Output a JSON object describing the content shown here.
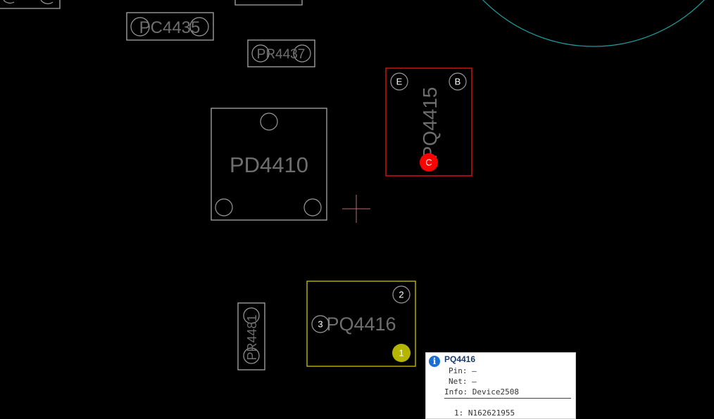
{
  "components": {
    "pc4435": {
      "ref": "PC4435"
    },
    "pr4437": {
      "ref": "PR4437"
    },
    "pd4410": {
      "ref": "PD4410"
    },
    "pq4415": {
      "ref": "PQ4415",
      "pins": [
        "E",
        "B",
        "C"
      ]
    },
    "pq4416": {
      "ref": "PQ4416",
      "pins": [
        "2",
        "3",
        "1"
      ]
    },
    "pr4481": {
      "ref": "PR4481"
    }
  },
  "colors": {
    "selected": "#d01010",
    "highlighted": "#c8c800",
    "arc": "#1aa0a0",
    "cursor": "#b07070"
  },
  "tooltip": {
    "title": "PQ4416",
    "pin_label": "Pin:",
    "pin_value": "—",
    "net_label": "Net:",
    "net_value": "—",
    "info_label": "Info:",
    "info_value": "Device2508",
    "nets": [
      "1: N162621955"
    ],
    "icon": "info-icon"
  }
}
